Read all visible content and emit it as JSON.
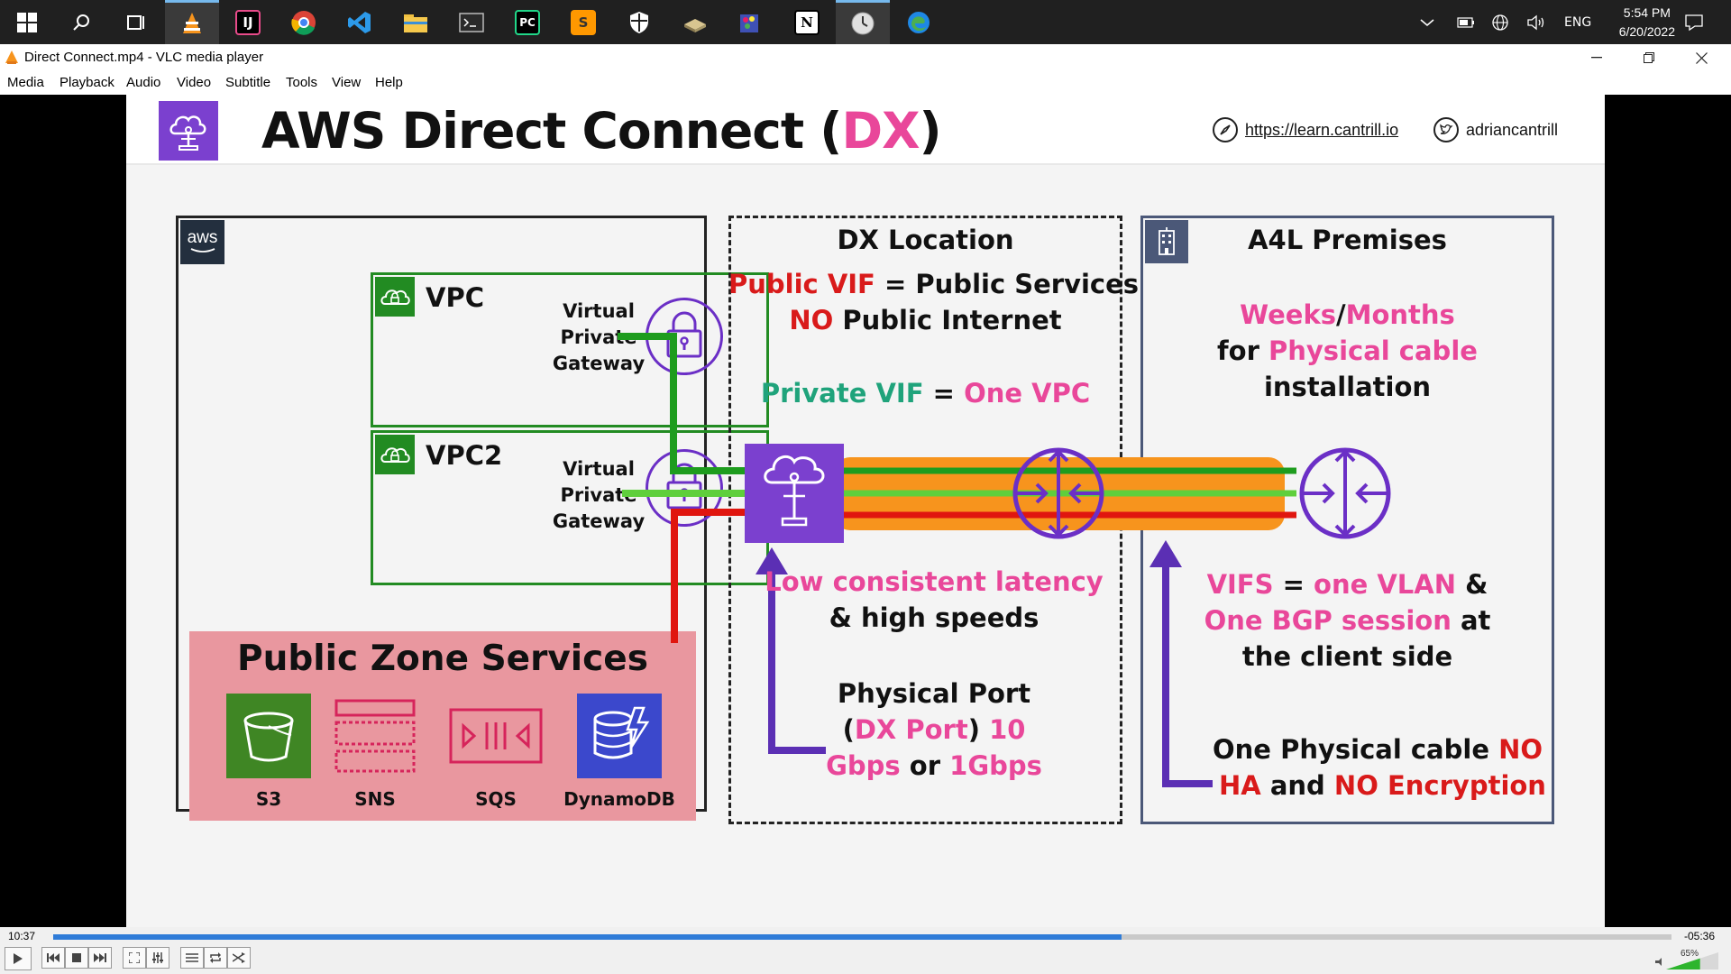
{
  "taskbar": {
    "icons": [
      "windows-start-icon",
      "search-icon",
      "task-view-icon",
      "vlc-icon",
      "intellij-icon",
      "chrome-icon",
      "vscode-icon",
      "file-explorer-icon",
      "terminal-icon",
      "pycharm-icon",
      "sublime-icon",
      "security-icon",
      "app-icon",
      "paint-icon",
      "notion-icon",
      "clock-app-icon",
      "edge-icon"
    ],
    "tray_language": "ENG",
    "clock_time": "5:54 PM",
    "clock_date": "6/20/2022"
  },
  "window": {
    "title": "Direct Connect.mp4 - VLC media player"
  },
  "menu": [
    "Media",
    "Playback",
    "Audio",
    "Video",
    "Subtitle",
    "Tools",
    "View",
    "Help"
  ],
  "slide": {
    "title_main": "AWS Direct Connect (",
    "title_accent": "DX",
    "title_end": ")",
    "link_url": "https://learn.cantrill.io",
    "link_twitter": "adriancantrill",
    "aws_badge": "aws",
    "vpc1_label": "VPC",
    "vpc2_label": "VPC2",
    "vgw_line1": "Virtual",
    "vgw_line2": "Private",
    "vgw_line3": "Gateway",
    "public_zone_title": "Public Zone Services",
    "services": [
      "S3",
      "SNS",
      "SQS",
      "DynamoDB"
    ],
    "dx_location_title": "DX Location",
    "public_vif": "Public VIF",
    "eq": "=",
    "public_services": "Public Services",
    "no": "NO",
    "public_internet": "Public Internet",
    "private_vif": "Private VIF",
    "one_vpc": "One VPC",
    "low_latency": "Low consistent latency",
    "high_speeds": "& high speeds",
    "physical_port": "Physical Port",
    "paren_open": "(",
    "dx_port": "DX Port",
    "paren_close": ")",
    "ten": "10",
    "gbps": "Gbps",
    "or": "or",
    "one_gbps": "1Gbps",
    "premises_title": "A4L Premises",
    "weeks": "Weeks",
    "slash": "/",
    "months": "Months",
    "for": "for",
    "physical_cable": "Physical cable",
    "installation": "installation",
    "vifs": "VIFS",
    "one_vlan": "one VLAN",
    "amp": "&",
    "one_bgp": "One BGP session",
    "at": "at",
    "client_side": "the client side",
    "one_physical_cable": "One Physical cable",
    "no2": "NO",
    "ha": "HA",
    "and": "and",
    "no3": "NO",
    "encryption": "Encryption"
  },
  "player": {
    "elapsed": "10:37",
    "remaining": "-05:36",
    "progress": 0.66,
    "volume_label": "65%",
    "volume": 0.65
  },
  "colors": {
    "accent_pink": "#e9479a",
    "red": "#d91a1a",
    "teal": "#1fa37b",
    "purple": "#7b40cf",
    "green": "#228b22",
    "orange": "#f7941d"
  }
}
